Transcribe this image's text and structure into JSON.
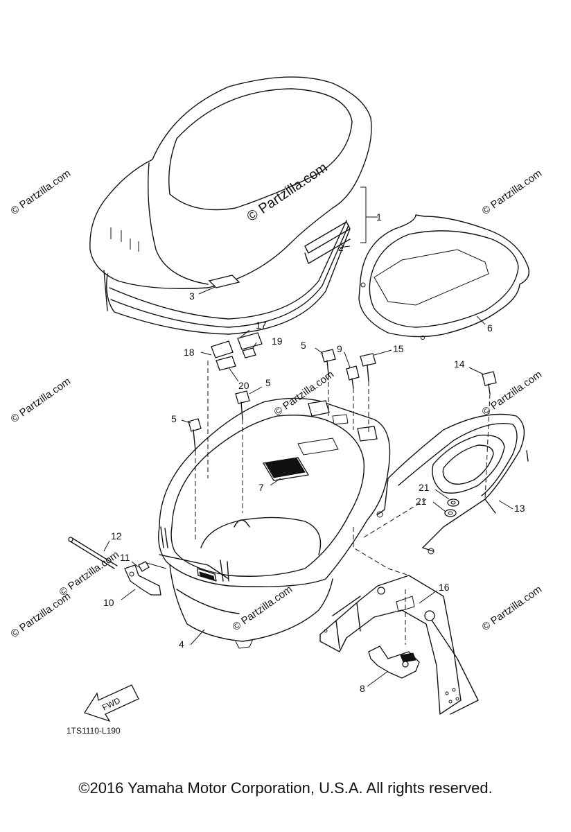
{
  "watermarks": {
    "main": "© Partzilla.com",
    "repeat": "© Partzilla.com"
  },
  "callouts": {
    "c1": "1",
    "c2": "2",
    "c3": "3",
    "c4": "4",
    "c5a": "5",
    "c5b": "5",
    "c5c": "5",
    "c6": "6",
    "c7": "7",
    "c8": "8",
    "c9": "9",
    "c10": "10",
    "c11": "11",
    "c12": "12",
    "c13": "13",
    "c14": "14",
    "c15": "15",
    "c16": "16",
    "c17": "17",
    "c18": "18",
    "c19": "19",
    "c20": "20",
    "c21a": "21",
    "c21b": "21"
  },
  "fwd_label": "FWD",
  "diagram_code": "1TS1110-L190",
  "copyright": "©2016  Yamaha Motor Corporation, U.S.A. All rights reserved."
}
